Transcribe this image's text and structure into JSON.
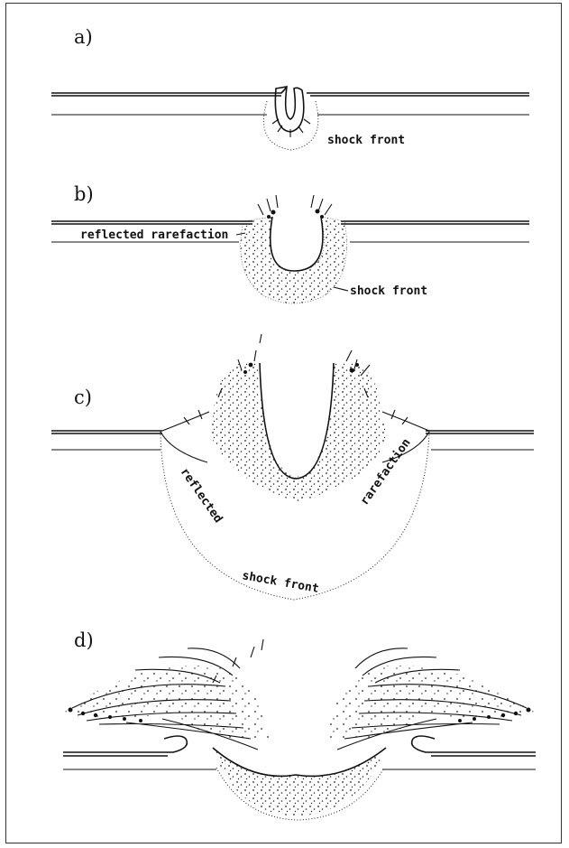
{
  "panels": {
    "a": {
      "label": "a)",
      "shock_front": "shock front"
    },
    "b": {
      "label": "b)",
      "reflected_rarefaction": "reflected rarefaction",
      "shock_front": "shock front"
    },
    "c": {
      "label": "c)",
      "reflected": "reflected",
      "rarefaction": "rarefaction",
      "shock_front": "shock front"
    },
    "d": {
      "label": "d)"
    }
  }
}
